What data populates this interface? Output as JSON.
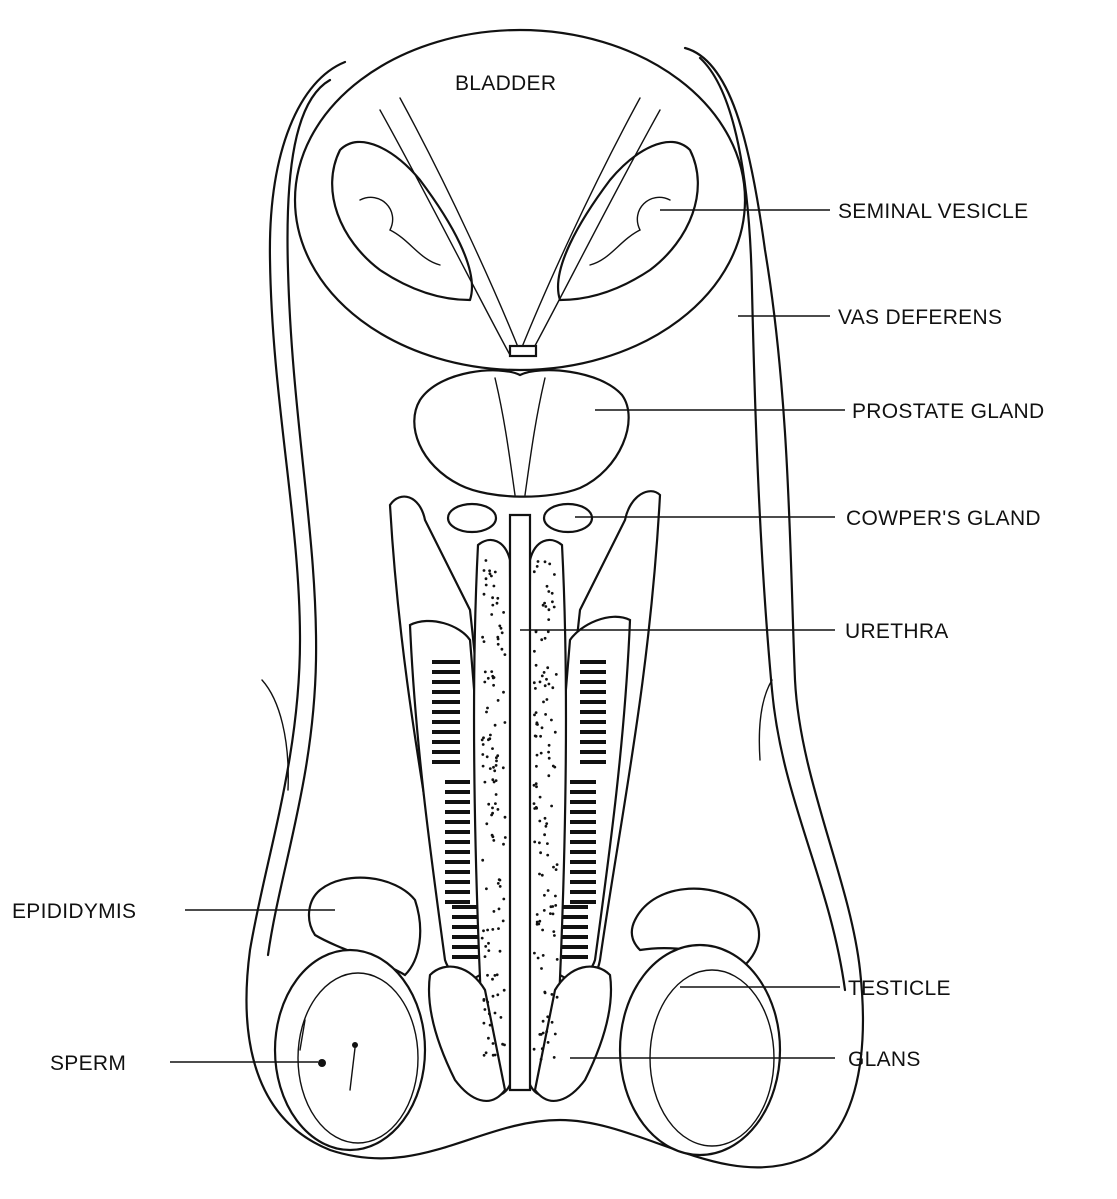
{
  "labels": {
    "bladder": "BLADDER",
    "seminal_vesicle": "SEMINAL VESICLE",
    "vas_deferens": "VAS DEFERENS",
    "prostate_gland": "PROSTATE GLAND",
    "cowpers_gland": "COWPER'S GLAND",
    "urethra": "URETHRA",
    "epididymis": "EPIDIDYMIS",
    "testicle": "TESTICLE",
    "sperm": "SPERM",
    "glans": "GLANS"
  }
}
